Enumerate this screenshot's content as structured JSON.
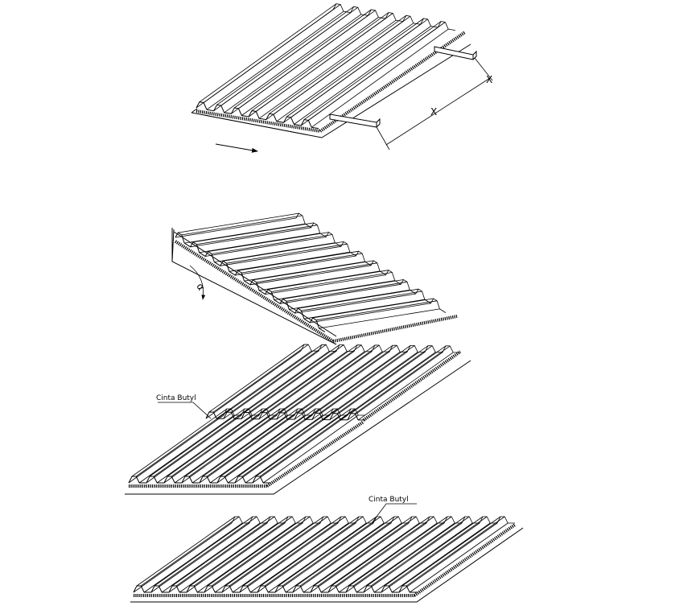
{
  "labels": {
    "dimension_x_top": "X",
    "dimension_x_label": "X",
    "angle_label": "α",
    "butyl_tape_1": "Cinta Butyl",
    "butyl_tape_2": "Cinta Butyl"
  },
  "colors": {
    "line": "#000000",
    "background": "#ffffff"
  },
  "icons": {
    "direction_arrow": "right-arrow-icon"
  }
}
